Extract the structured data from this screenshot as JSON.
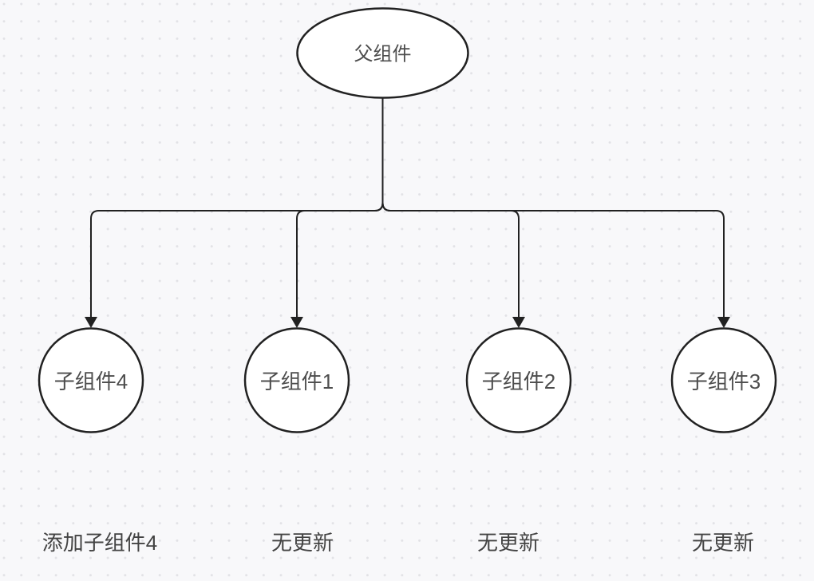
{
  "title": "component-tree-diagram",
  "theme": {
    "canvas_background": "#f8f8fa",
    "grid_dot_color": "#e2e2e6",
    "edge_color": "#212121",
    "node_fill": "#ffffff",
    "node_border_color": "#212121",
    "node_text_color": "#4d4d4d",
    "status_text_color": "#434343"
  },
  "diagram": {
    "parent": {
      "label": "父组件",
      "shape": "ellipse"
    },
    "children": [
      {
        "label": "子组件4",
        "shape": "circle",
        "status": "添加子组件4"
      },
      {
        "label": "子组件1",
        "shape": "circle",
        "status": "无更新"
      },
      {
        "label": "子组件2",
        "shape": "circle",
        "status": "无更新"
      },
      {
        "label": "子组件3",
        "shape": "circle",
        "status": "无更新"
      }
    ]
  }
}
